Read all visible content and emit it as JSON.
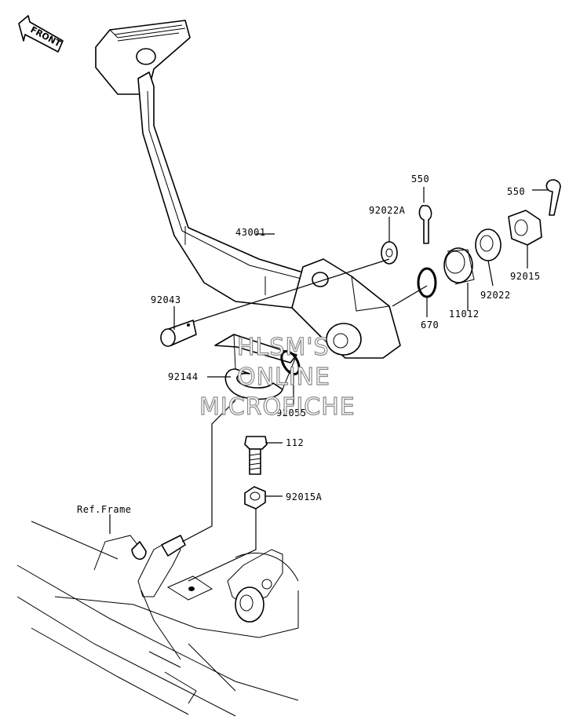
{
  "front_badge": {
    "text": "FRONT"
  },
  "labels": {
    "p550_top": "550",
    "p550_right": "550",
    "p92022A": "92022A",
    "p43001": "43001",
    "p92015": "92015",
    "p92043": "92043",
    "p92022": "92022",
    "p11012": "11012",
    "p670": "670",
    "p92144": "92144",
    "p92055": "92055",
    "p112": "112",
    "p92015A": "92015A",
    "ref_frame": "Ref.Frame"
  },
  "watermark": {
    "line1": "HLSM'S",
    "line2": "ONLINE",
    "line3": "MICROFICHE"
  }
}
